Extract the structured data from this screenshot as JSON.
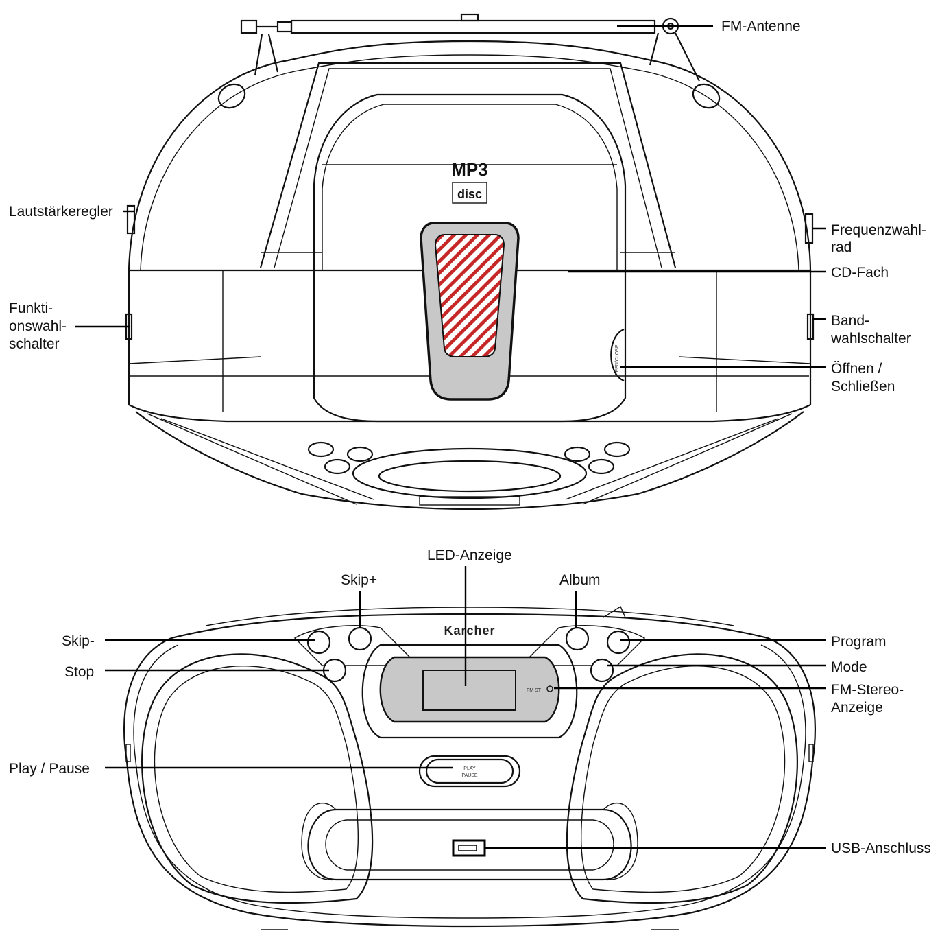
{
  "labels": {
    "fm_antenna": "FM-Antenne",
    "volume": "Lautstärkeregler",
    "frequency_1": "Frequenzwahl-",
    "frequency_2": "rad",
    "cd_tray": "CD-Fach",
    "function_1": "Funkti-",
    "function_2": "onswahl-",
    "function_3": "schalter",
    "band_1": "Band-",
    "band_2": "wahlschalter",
    "open_close_1": "Öffnen /",
    "open_close_2": "Schließen",
    "led_display": "LED-Anzeige",
    "skip_plus": "Skip+",
    "album": "Album",
    "skip_minus": "Skip-",
    "program": "Program",
    "stop": "Stop",
    "mode": "Mode",
    "fm_stereo_1": "FM-Stereo-",
    "fm_stereo_2": "Anzeige",
    "play_pause": "Play / Pause",
    "usb": "USB-Anschluss"
  },
  "device_marks": {
    "brand": "Karcher",
    "mp3_logo": "MP3",
    "disc_logo": "disc",
    "play_label_1": "PLAY",
    "play_label_2": "PAUSE",
    "open_close_mark": "OPEN/CLOSE",
    "fm_st_mark": "FM ST"
  },
  "colors": {
    "cd_door_fill": "#c8c8c8",
    "stripe_red": "#c62828",
    "display_fill": "#c8c8c8"
  }
}
